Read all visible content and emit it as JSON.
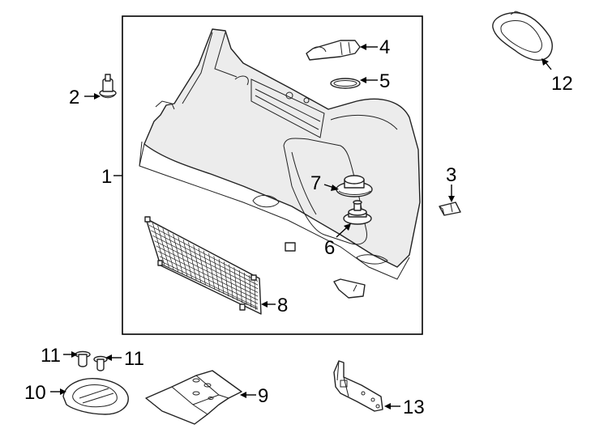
{
  "diagram": {
    "callouts": {
      "c1": "1",
      "c2": "2",
      "c3": "3",
      "c4": "4",
      "c5": "5",
      "c6": "6",
      "c7": "7",
      "c8": "8",
      "c9": "9",
      "c10": "10",
      "c11a": "11",
      "c11b": "11",
      "c12": "12",
      "c13": "13"
    }
  }
}
